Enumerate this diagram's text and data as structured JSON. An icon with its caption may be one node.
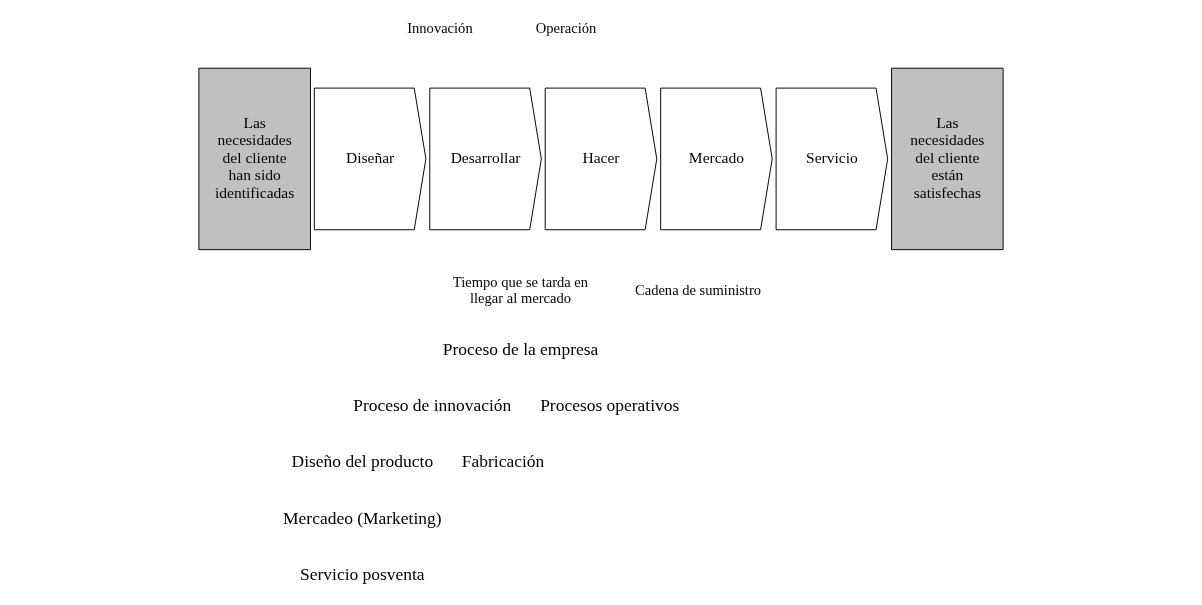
{
  "diagram": {
    "nodes": [
      {
        "text": [
          "Las necesidades del cliente han sido identificadas"
        ]
      },
      {
        "text": [
          "Diseñar"
        ]
      },
      {
        "text": [
          "Desarrollar"
        ]
      },
      {
        "text": [
          "Hacer"
        ]
      },
      {
        "text": [
          "Mercado"
        ]
      },
      {
        "text": [
          "Servicio"
        ]
      },
      {
        "text": [
          "Las necesidades del cliente están satisfechas"
        ]
      }
    ],
    "edges": [],
    "labels": [
      "Innovación",
      "Operación",
      "Tiempo que se tarda en llegar al mercado",
      "Cadena de suministro",
      "Proceso de la empresa",
      "Proceso de innovación",
      "Procesos operativos",
      "Diseño del producto",
      "Fabricación",
      "Mercadeo (Marketing)",
      "Servicio posventa"
    ]
  }
}
